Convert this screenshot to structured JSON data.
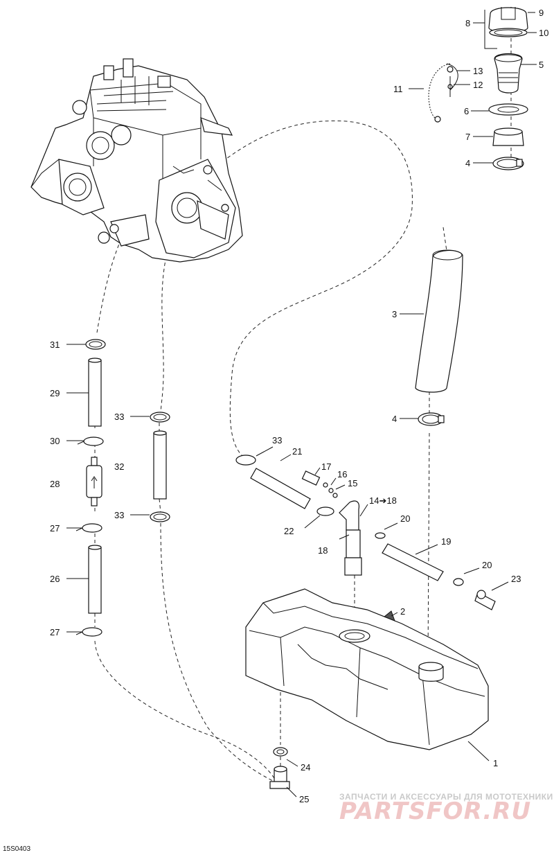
{
  "callouts": {
    "c1": "1",
    "c2": "2",
    "c3": "3",
    "c4a": "4",
    "c4b": "4",
    "c5": "5",
    "c6": "6",
    "c7": "7",
    "c8": "8",
    "c9": "9",
    "c10": "10",
    "c11": "11",
    "c12": "12",
    "c13": "13",
    "c14_18": "14➔18",
    "c15": "15",
    "c16": "16",
    "c17": "17",
    "c18": "18",
    "c19": "19",
    "c20a": "20",
    "c20b": "20",
    "c21": "21",
    "c22": "22",
    "c23": "23",
    "c24": "24",
    "c25": "25",
    "c26": "26",
    "c27a": "27",
    "c27b": "27",
    "c28": "28",
    "c29": "29",
    "c30": "30",
    "c31": "31",
    "c32": "32",
    "c33a": "33",
    "c33b": "33",
    "c33c": "33"
  },
  "watermark": {
    "top_text": "ЗАПЧАСТИ И АКСЕССУАРЫ ДЛЯ МОТОТЕХНИКИ",
    "logo_text": "PARTSFOR.RU"
  },
  "doc_ref": "15S0403"
}
